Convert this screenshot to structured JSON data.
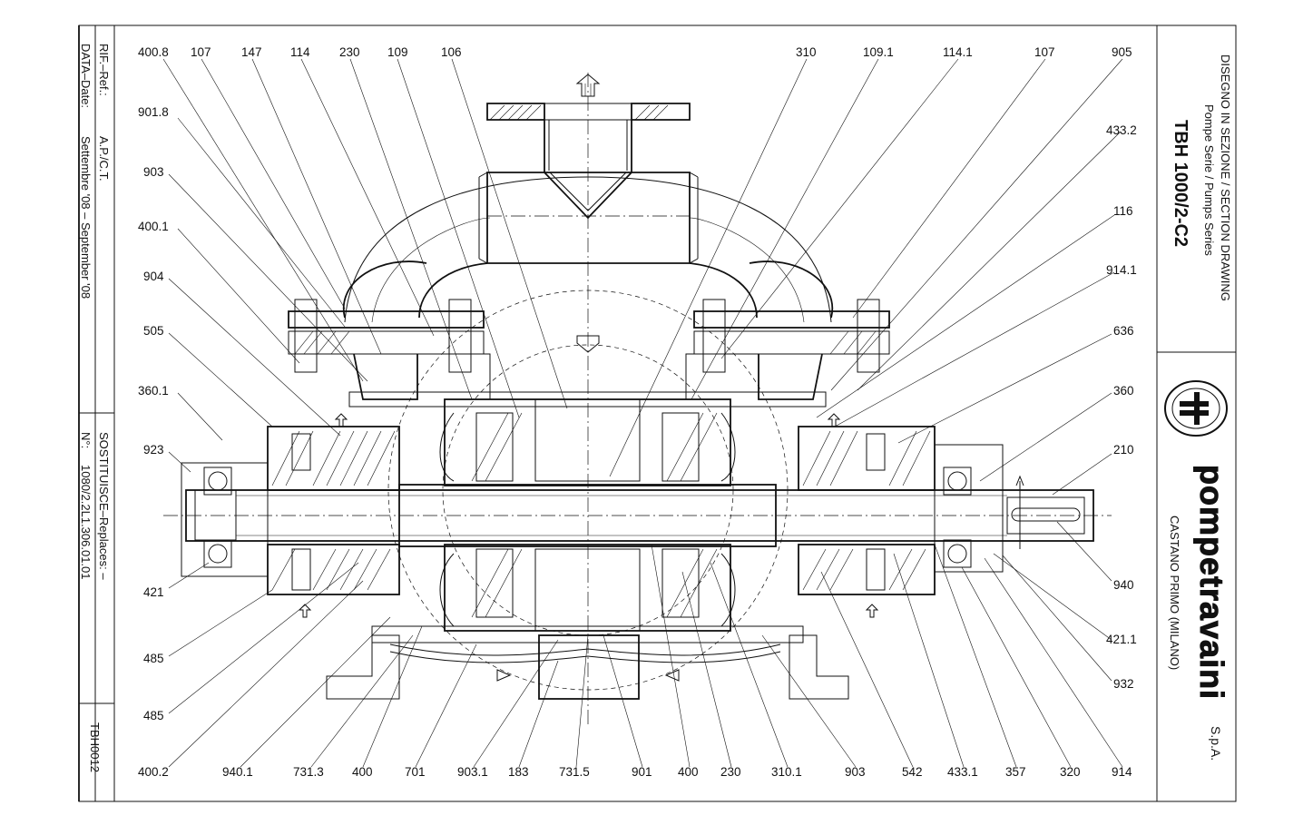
{
  "title_block": {
    "drawing_type": "DISEGNO IN SEZIONE / SECTION DRAWING",
    "series": "Pompe Serie / Pumps Series",
    "model": "TBH 1000/2-C2",
    "company": "pompetravaini",
    "company_suffix": "S.p.A.",
    "city": "CASTANO PRIMO (MILANO)"
  },
  "left_block": {
    "ref_label": "RIF.–Ref.:",
    "ref_value": "A.P./C.T.",
    "date_label": "DATA–Date:",
    "date_value": "Settembre '08 – September '08",
    "replaces_label": "SOSTITUISCE–Replaces: –",
    "number_label": "N°:",
    "number_value": "1080/2.2L1.306.01.01",
    "code": "TBH0012"
  },
  "callouts_top": [
    "400.8",
    "107",
    "147",
    "114",
    "230",
    "109",
    "106",
    "310",
    "109.1",
    "114.1",
    "107",
    "905"
  ],
  "callouts_left": [
    "901.8",
    "903",
    "400.1",
    "904",
    "505",
    "360.1",
    "923",
    "421",
    "485",
    "485"
  ],
  "callouts_right": [
    "433.2",
    "116",
    "914.1",
    "636",
    "360",
    "210",
    "940",
    "421.1",
    "932"
  ],
  "callouts_bottom": [
    "400.2",
    "940.1",
    "731.3",
    "400",
    "701",
    "903.1",
    "183",
    "731.5",
    "901",
    "400",
    "230",
    "310.1",
    "903",
    "542",
    "433.1",
    "357",
    "320",
    "914"
  ]
}
